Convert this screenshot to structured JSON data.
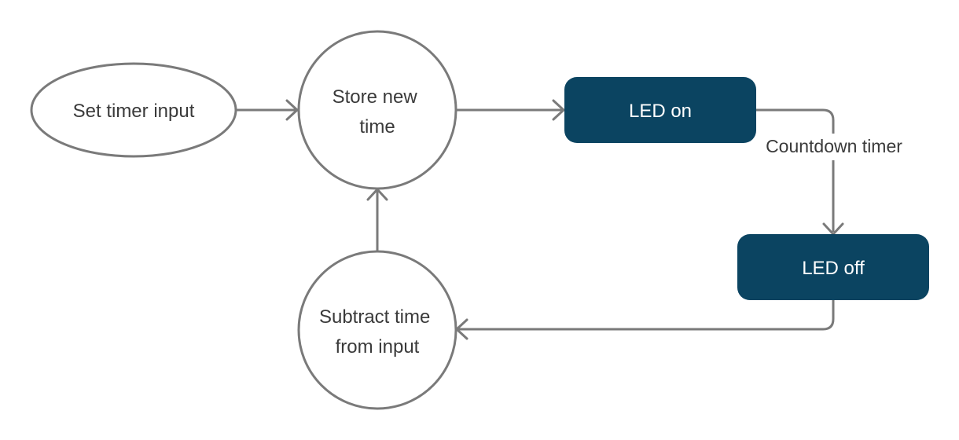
{
  "colors": {
    "dark_fill": "#0b4461",
    "line": "#7a7a7a",
    "text": "#3a3a3a"
  },
  "nodes": {
    "set_timer": {
      "lines": [
        "Set timer input"
      ]
    },
    "store_new_time": {
      "lines": [
        "Store new",
        "time"
      ]
    },
    "led_on": {
      "lines": [
        "LED on"
      ]
    },
    "led_off": {
      "lines": [
        "LED off"
      ]
    },
    "subtract_time": {
      "lines": [
        "Subtract time",
        "from input"
      ]
    }
  },
  "edges": {
    "countdown_label": "Countdown timer"
  }
}
